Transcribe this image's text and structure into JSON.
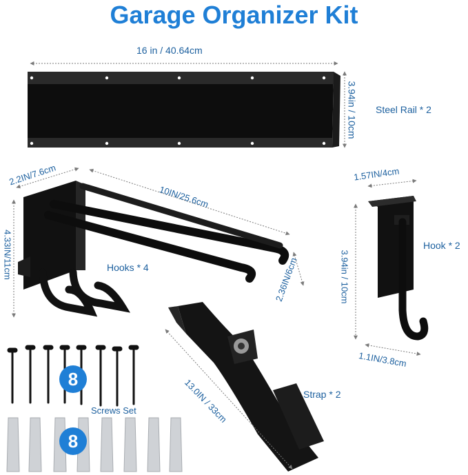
{
  "title": "Garage Organizer Kit",
  "colors": {
    "accent": "#1f7fd6",
    "product": "#111111",
    "label": "#1b5f9e",
    "dimension_line": "#7a7a7a",
    "anchor": "#cfd2d6"
  },
  "rail": {
    "name": "Steel Rail * 2",
    "length": "16 in / 40.64cm",
    "height": "3.94in / 10cm"
  },
  "double_hook": {
    "name": "Hooks  * 4",
    "depth": "2.2IN/7.6cm",
    "length": "10IN/25.6cm",
    "height": "4.33IN/11cm",
    "tip": "2.36IN/6cm"
  },
  "single_hook": {
    "name": "Hook * 2",
    "width": "1.57IN/4cm",
    "height": "3.94in / 10cm",
    "depth": "1.1IN/3.8cm"
  },
  "strap": {
    "name": "Strap * 2",
    "length": "13.0IN / 33cm"
  },
  "screws": {
    "name": "Screws Set",
    "screw_count": "8",
    "anchor_count": "8"
  }
}
